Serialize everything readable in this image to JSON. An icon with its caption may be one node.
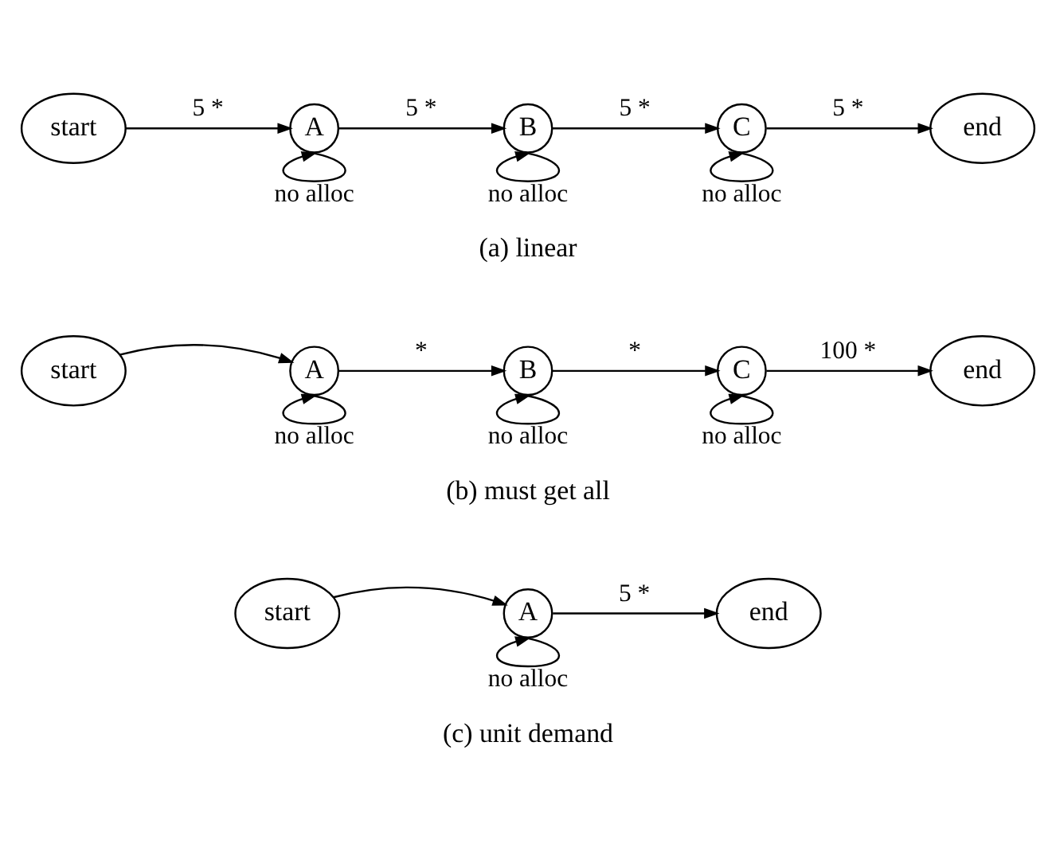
{
  "diagram": {
    "nodes": [
      {
        "text": [
          "start"
        ]
      },
      {
        "text": [
          "A"
        ]
      },
      {
        "text": [
          "B"
        ]
      },
      {
        "text": [
          "C"
        ]
      },
      {
        "text": [
          "end"
        ]
      },
      {
        "text": [
          "start"
        ]
      },
      {
        "text": [
          "A"
        ]
      },
      {
        "text": [
          "B"
        ]
      },
      {
        "text": [
          "C"
        ]
      },
      {
        "text": [
          "end"
        ]
      },
      {
        "text": [
          "start"
        ]
      },
      {
        "text": [
          "A"
        ]
      },
      {
        "text": [
          "end"
        ]
      }
    ],
    "edges": [
      {
        "from": 0,
        "to": 1,
        "arrow": "to",
        "label": "5 *"
      },
      {
        "from": 1,
        "to": 1,
        "arrow": "to",
        "label": "no alloc"
      },
      {
        "from": 1,
        "to": 2,
        "arrow": "to",
        "label": "5 *"
      },
      {
        "from": 2,
        "to": 2,
        "arrow": "to",
        "label": "no alloc"
      },
      {
        "from": 2,
        "to": 3,
        "arrow": "to",
        "label": "5 *"
      },
      {
        "from": 3,
        "to": 3,
        "arrow": "to",
        "label": "no alloc"
      },
      {
        "from": 3,
        "to": 4,
        "arrow": "to",
        "label": "5 *"
      },
      {
        "from": 5,
        "to": 6,
        "arrow": "to"
      },
      {
        "from": 6,
        "to": 6,
        "arrow": "to",
        "label": "no alloc"
      },
      {
        "from": 6,
        "to": 7,
        "arrow": "to",
        "label": "*"
      },
      {
        "from": 7,
        "to": 7,
        "arrow": "to",
        "label": "no alloc"
      },
      {
        "from": 7,
        "to": 8,
        "arrow": "to",
        "label": "*"
      },
      {
        "from": 8,
        "to": 8,
        "arrow": "to",
        "label": "no alloc"
      },
      {
        "from": 8,
        "to": 9,
        "arrow": "to",
        "label": "100 *"
      },
      {
        "from": 10,
        "to": 11,
        "arrow": "to"
      },
      {
        "from": 11,
        "to": 11,
        "arrow": "to",
        "label": "no alloc"
      },
      {
        "from": 11,
        "to": 12,
        "arrow": "to",
        "label": "5 *"
      }
    ],
    "labels": [
      "(a) linear",
      "(b) must get all",
      "(c) unit demand"
    ]
  }
}
